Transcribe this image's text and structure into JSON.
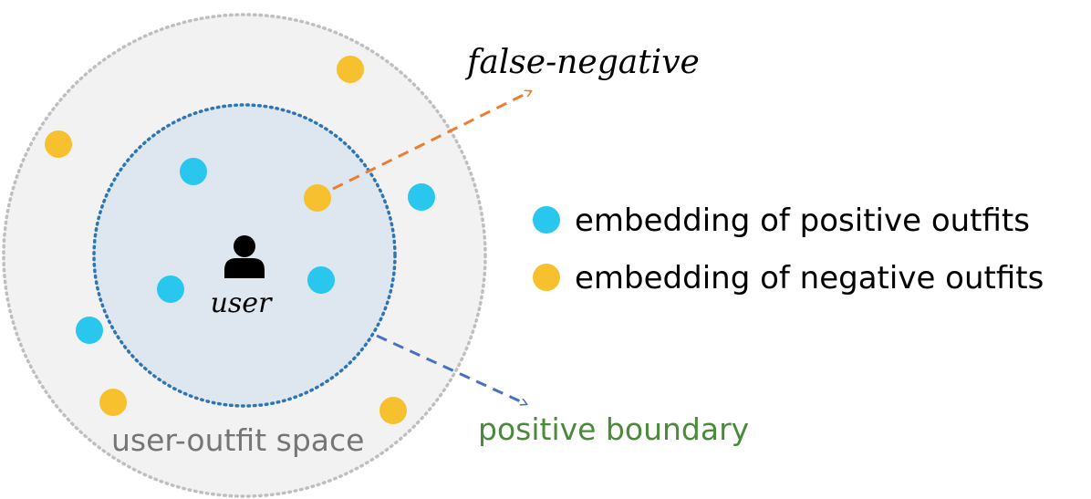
{
  "labels": {
    "false_negative": "false-negative",
    "user": "user",
    "space": "user-outfit space",
    "positive_boundary": "positive boundary"
  },
  "legend": {
    "positive": "embedding of positive outfits",
    "negative": "embedding of negative outfits"
  },
  "colors": {
    "positive_dot": "#29C6EE",
    "negative_dot": "#F7C02E",
    "outer_fill": "#F2F2F2",
    "outer_border": "#BFBFBF",
    "inner_fill": "#DEE6EF",
    "inner_border": "#2E75B6",
    "orange_arrow": "#ED7D31",
    "blue_arrow": "#4472C4",
    "boundary_text": "#4A8A3B",
    "space_text": "#767676"
  },
  "icons": {
    "user": "user-icon"
  }
}
